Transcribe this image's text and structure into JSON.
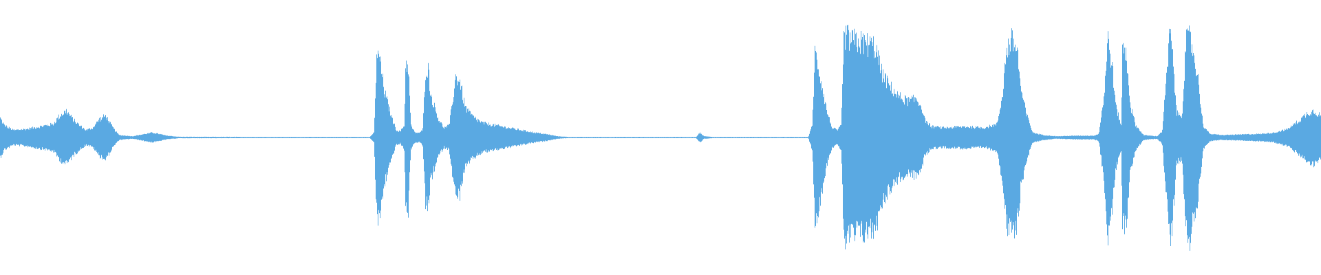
{
  "waveform": {
    "color": "#5aa9e2",
    "baseline": 0.0,
    "amplitude_range": [
      -1,
      1
    ],
    "envelope": [
      [
        0.0,
        0.16
      ],
      [
        0.003,
        0.1
      ],
      [
        0.01,
        0.06
      ],
      [
        0.02,
        0.07
      ],
      [
        0.03,
        0.09
      ],
      [
        0.04,
        0.11
      ],
      [
        0.045,
        0.18
      ],
      [
        0.05,
        0.22
      ],
      [
        0.055,
        0.15
      ],
      [
        0.06,
        0.1
      ],
      [
        0.065,
        0.06
      ],
      [
        0.07,
        0.08
      ],
      [
        0.075,
        0.15
      ],
      [
        0.08,
        0.18
      ],
      [
        0.083,
        0.12
      ],
      [
        0.086,
        0.07
      ],
      [
        0.09,
        0.02
      ],
      [
        0.1,
        0.01
      ],
      [
        0.11,
        0.03
      ],
      [
        0.115,
        0.04
      ],
      [
        0.12,
        0.03
      ],
      [
        0.126,
        0.015
      ],
      [
        0.135,
        0.006
      ],
      [
        0.2,
        0.005
      ],
      [
        0.28,
        0.005
      ],
      [
        0.283,
        0.04
      ],
      [
        0.285,
        0.62
      ],
      [
        0.287,
        0.7
      ],
      [
        0.289,
        0.52
      ],
      [
        0.291,
        0.38
      ],
      [
        0.294,
        0.26
      ],
      [
        0.297,
        0.15
      ],
      [
        0.3,
        0.06
      ],
      [
        0.303,
        0.05
      ],
      [
        0.306,
        0.1
      ],
      [
        0.307,
        0.61
      ],
      [
        0.309,
        0.6
      ],
      [
        0.311,
        0.1
      ],
      [
        0.314,
        0.04
      ],
      [
        0.318,
        0.04
      ],
      [
        0.32,
        0.07
      ],
      [
        0.322,
        0.55
      ],
      [
        0.324,
        0.58
      ],
      [
        0.326,
        0.35
      ],
      [
        0.329,
        0.25
      ],
      [
        0.332,
        0.15
      ],
      [
        0.336,
        0.08
      ],
      [
        0.34,
        0.1
      ],
      [
        0.345,
        0.5
      ],
      [
        0.348,
        0.47
      ],
      [
        0.352,
        0.25
      ],
      [
        0.358,
        0.17
      ],
      [
        0.365,
        0.12
      ],
      [
        0.375,
        0.1
      ],
      [
        0.385,
        0.08
      ],
      [
        0.395,
        0.06
      ],
      [
        0.405,
        0.04
      ],
      [
        0.415,
        0.025
      ],
      [
        0.422,
        0.01
      ],
      [
        0.43,
        0.005
      ],
      [
        0.52,
        0.005
      ],
      [
        0.527,
        0.005
      ],
      [
        0.53,
        0.04
      ],
      [
        0.533,
        0.01
      ],
      [
        0.54,
        0.005
      ],
      [
        0.612,
        0.005
      ],
      [
        0.615,
        0.1
      ],
      [
        0.617,
        0.7
      ],
      [
        0.619,
        0.62
      ],
      [
        0.622,
        0.45
      ],
      [
        0.626,
        0.22
      ],
      [
        0.63,
        0.08
      ],
      [
        0.634,
        0.06
      ],
      [
        0.637,
        0.1
      ],
      [
        0.639,
        0.85
      ],
      [
        0.645,
        0.8
      ],
      [
        0.655,
        0.78
      ],
      [
        0.663,
        0.75
      ],
      [
        0.667,
        0.55
      ],
      [
        0.672,
        0.45
      ],
      [
        0.68,
        0.34
      ],
      [
        0.688,
        0.3
      ],
      [
        0.694,
        0.32
      ],
      [
        0.698,
        0.25
      ],
      [
        0.7,
        0.15
      ],
      [
        0.705,
        0.09
      ],
      [
        0.715,
        0.08
      ],
      [
        0.73,
        0.09
      ],
      [
        0.745,
        0.08
      ],
      [
        0.755,
        0.11
      ],
      [
        0.759,
        0.35
      ],
      [
        0.762,
        0.72
      ],
      [
        0.766,
        0.8
      ],
      [
        0.77,
        0.75
      ],
      [
        0.773,
        0.4
      ],
      [
        0.777,
        0.2
      ],
      [
        0.782,
        0.04
      ],
      [
        0.79,
        0.02
      ],
      [
        0.8,
        0.01
      ],
      [
        0.815,
        0.015
      ],
      [
        0.828,
        0.015
      ],
      [
        0.832,
        0.03
      ],
      [
        0.836,
        0.35
      ],
      [
        0.839,
        0.82
      ],
      [
        0.842,
        0.6
      ],
      [
        0.845,
        0.25
      ],
      [
        0.849,
        0.1
      ],
      [
        0.85,
        0.75
      ],
      [
        0.853,
        0.68
      ],
      [
        0.856,
        0.26
      ],
      [
        0.86,
        0.1
      ],
      [
        0.866,
        0.02
      ],
      [
        0.876,
        0.01
      ],
      [
        0.88,
        0.05
      ],
      [
        0.883,
        0.45
      ],
      [
        0.886,
        0.9
      ],
      [
        0.888,
        0.65
      ],
      [
        0.891,
        0.2
      ],
      [
        0.895,
        0.18
      ],
      [
        0.898,
        0.78
      ],
      [
        0.901,
        0.83
      ],
      [
        0.904,
        0.68
      ],
      [
        0.907,
        0.5
      ],
      [
        0.911,
        0.1
      ],
      [
        0.916,
        0.03
      ],
      [
        0.925,
        0.02
      ],
      [
        0.94,
        0.025
      ],
      [
        0.955,
        0.03
      ],
      [
        0.965,
        0.04
      ],
      [
        0.975,
        0.07
      ],
      [
        0.98,
        0.11
      ],
      [
        0.985,
        0.15
      ],
      [
        0.99,
        0.2
      ],
      [
        0.995,
        0.22
      ],
      [
        1.0,
        0.18
      ]
    ]
  }
}
